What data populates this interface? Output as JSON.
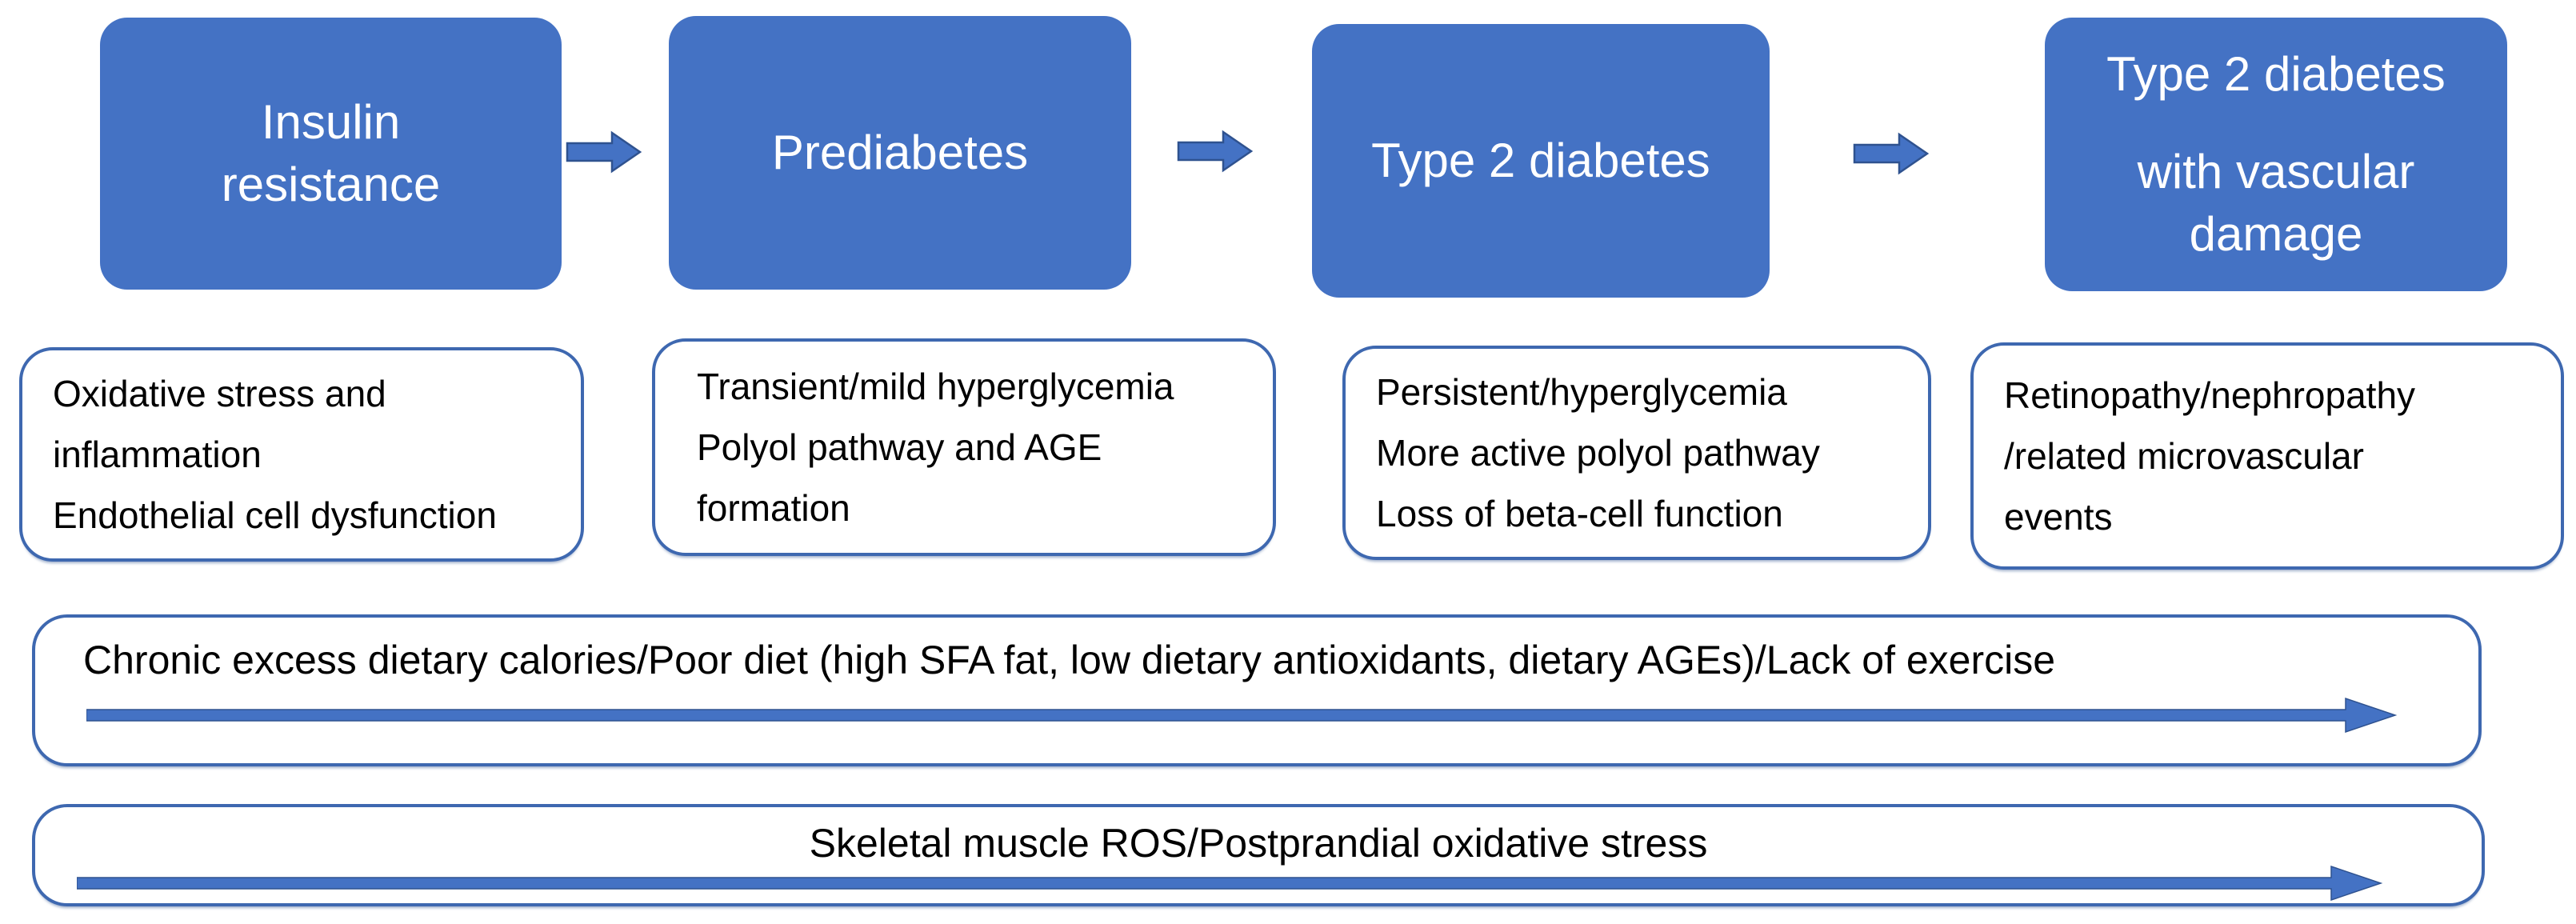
{
  "palette": {
    "stage_fill": "#4472C4",
    "stage_text": "#FFFFFF",
    "arrow_fill": "#4472C4",
    "arrow_edge": "#2F528F",
    "note_border": "#3E68B0",
    "note_text": "#000000",
    "background": "#FFFFFF"
  },
  "icons": {
    "flow_arrow": "right-block-arrow",
    "risk_arrow": "right-trend-arrow"
  },
  "stages": [
    {
      "id": "insulin-resistance",
      "lines": [
        "Insulin",
        "resistance"
      ]
    },
    {
      "id": "prediabetes",
      "lines": [
        "Prediabetes"
      ]
    },
    {
      "id": "type-2-diabetes",
      "lines": [
        "Type 2 diabetes"
      ]
    },
    {
      "id": "type-2-diabetes-with-vascular-damage",
      "lines": [
        "Type 2 diabetes",
        "with vascular",
        "damage"
      ]
    }
  ],
  "notes": [
    {
      "for": "insulin-resistance",
      "lines": [
        "Oxidative stress and",
        "inflammation",
        "Endothelial cell dysfunction"
      ]
    },
    {
      "for": "prediabetes",
      "lines": [
        "Transient/mild hyperglycemia",
        "Polyol pathway and AGE",
        "formation"
      ]
    },
    {
      "for": "type-2-diabetes",
      "lines": [
        "Persistent/hyperglycemia",
        "More active polyol pathway",
        "Loss of beta-cell function"
      ]
    },
    {
      "for": "type-2-diabetes-with-vascular-damage",
      "lines": [
        "Retinopathy/nephropathy",
        "/related microvascular",
        "events"
      ]
    }
  ],
  "risk_bars": [
    {
      "text": "Chronic excess dietary calories/Poor diet (high SFA fat, low dietary antioxidants, dietary AGEs)/Lack of exercise",
      "align": "left"
    },
    {
      "text": "Skeletal muscle ROS/Postprandial oxidative stress",
      "align": "center"
    }
  ]
}
